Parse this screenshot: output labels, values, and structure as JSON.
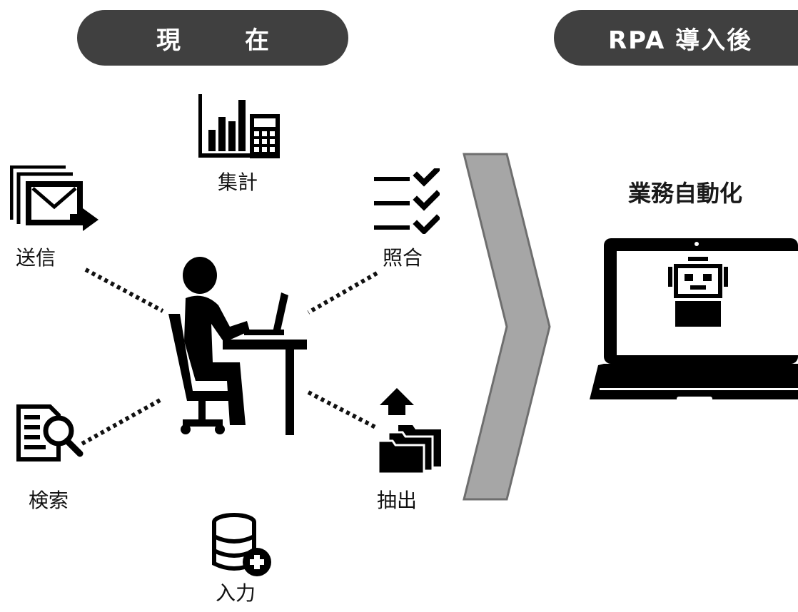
{
  "header": {
    "current_label": "現　在",
    "after_label": "RPA 導入後"
  },
  "tasks": {
    "aggregate": "集計",
    "send": "送信",
    "verify": "照合",
    "search": "検索",
    "extract": "抽出",
    "input": "入力"
  },
  "after": {
    "automation_label": "業務自動化"
  },
  "colors": {
    "pill": "#404040",
    "arrow_fill": "#a6a6a6",
    "arrow_stroke": "#6e6e6e",
    "icon": "#000000"
  }
}
